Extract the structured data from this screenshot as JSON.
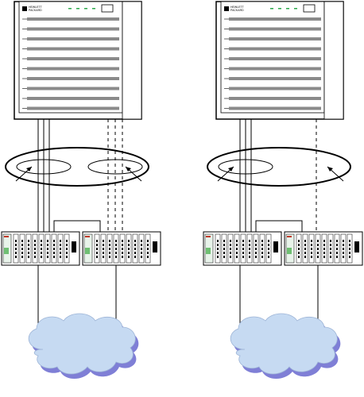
{
  "diagram": {
    "description_free": true,
    "panels": [
      {
        "id": "left",
        "chassis": {
          "brand_text": [
            "HEWLETT",
            "PACKARD"
          ],
          "slot_count": 10
        },
        "links_solid": 3,
        "links_dashed": 3,
        "ring_groups": 2,
        "switches": 2,
        "cloud_color": "#c6daf2",
        "cloud_shadow": "#7f7fd6"
      },
      {
        "id": "right",
        "chassis": {
          "brand_text": [
            "HEWLETT",
            "PACKARD"
          ],
          "slot_count": 10
        },
        "links_solid": 3,
        "links_dashed": 1,
        "ring_groups": 1,
        "switches": 2,
        "cloud_color": "#c6daf2",
        "cloud_shadow": "#7f7fd6"
      }
    ],
    "colors": {
      "chassis_slot": "#8a8a8a",
      "line": "#000000",
      "switch_led_red": "#c0392b",
      "switch_led_green": "#6fbf73"
    }
  }
}
